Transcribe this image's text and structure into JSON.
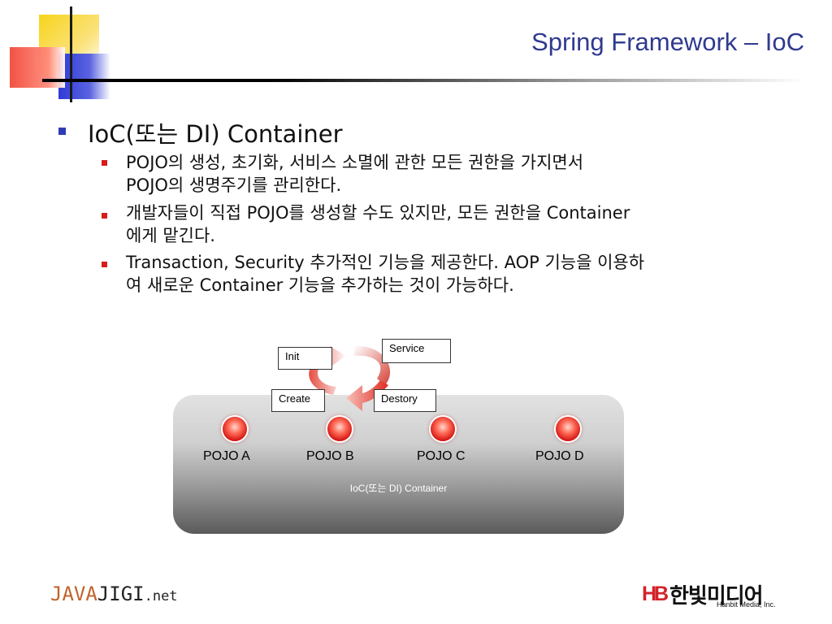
{
  "title": "Spring Framework – IoC",
  "bullets": {
    "main": "IoC(또는 DI) Container",
    "sub": [
      {
        "line1": "POJO의 생성, 초기화, 서비스 소멸에 관한 모든 권한을 가지면서",
        "line2": "POJO의 생명주기를 관리한다."
      },
      {
        "line1": "개발자들이 직접 POJO를 생성할 수도 있지만,  모든 권한을 Container",
        "line2": "에게 맡긴다."
      },
      {
        "line1": "Transaction, Security 추가적인 기능을 제공한다. AOP 기능을 이용하",
        "line2": "여 새로운 Container 기능을 추가하는 것이 가능하다."
      }
    ]
  },
  "diagram": {
    "stages": {
      "init": "Init",
      "service": "Service",
      "create": "Create",
      "destroy": "Destory"
    },
    "pojos": [
      "POJO A",
      "POJO B",
      "POJO C",
      "POJO D"
    ],
    "container_label": "IoC(또는 DI) Container",
    "colors": {
      "arrow": "#d8251f",
      "dot": "#e8221a"
    }
  },
  "footer": {
    "javajigi": {
      "part1": "JAVA",
      "part2": "JIGI",
      "part3": ".net"
    },
    "hanbit": {
      "mark": "HB",
      "name": "한빛미디어",
      "sub": "Hanbit Media, Inc."
    }
  }
}
